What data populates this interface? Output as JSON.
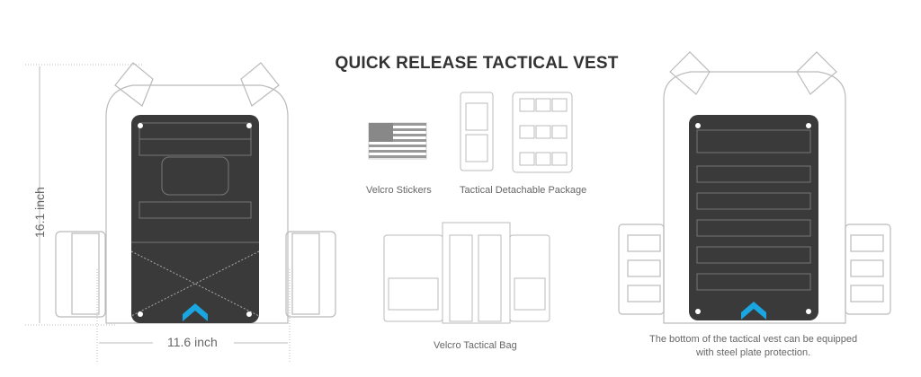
{
  "title": "QUICK RELEASE TACTICAL VEST",
  "dimensions": {
    "height": "16.1 inch",
    "width": "11.6 inch"
  },
  "accessories": {
    "velcro_stickers": "Velcro Stickers",
    "detachable_package": "Tactical Detachable Package",
    "velcro_bag": "Velcro Tactical Bag"
  },
  "caption": {
    "line1": "The bottom of the tactical vest can be equipped",
    "line2": "with steel plate protection."
  },
  "colors": {
    "panel": "#3a3a3a",
    "accent": "#1aa6e0",
    "outline": "#bbbbbb"
  }
}
